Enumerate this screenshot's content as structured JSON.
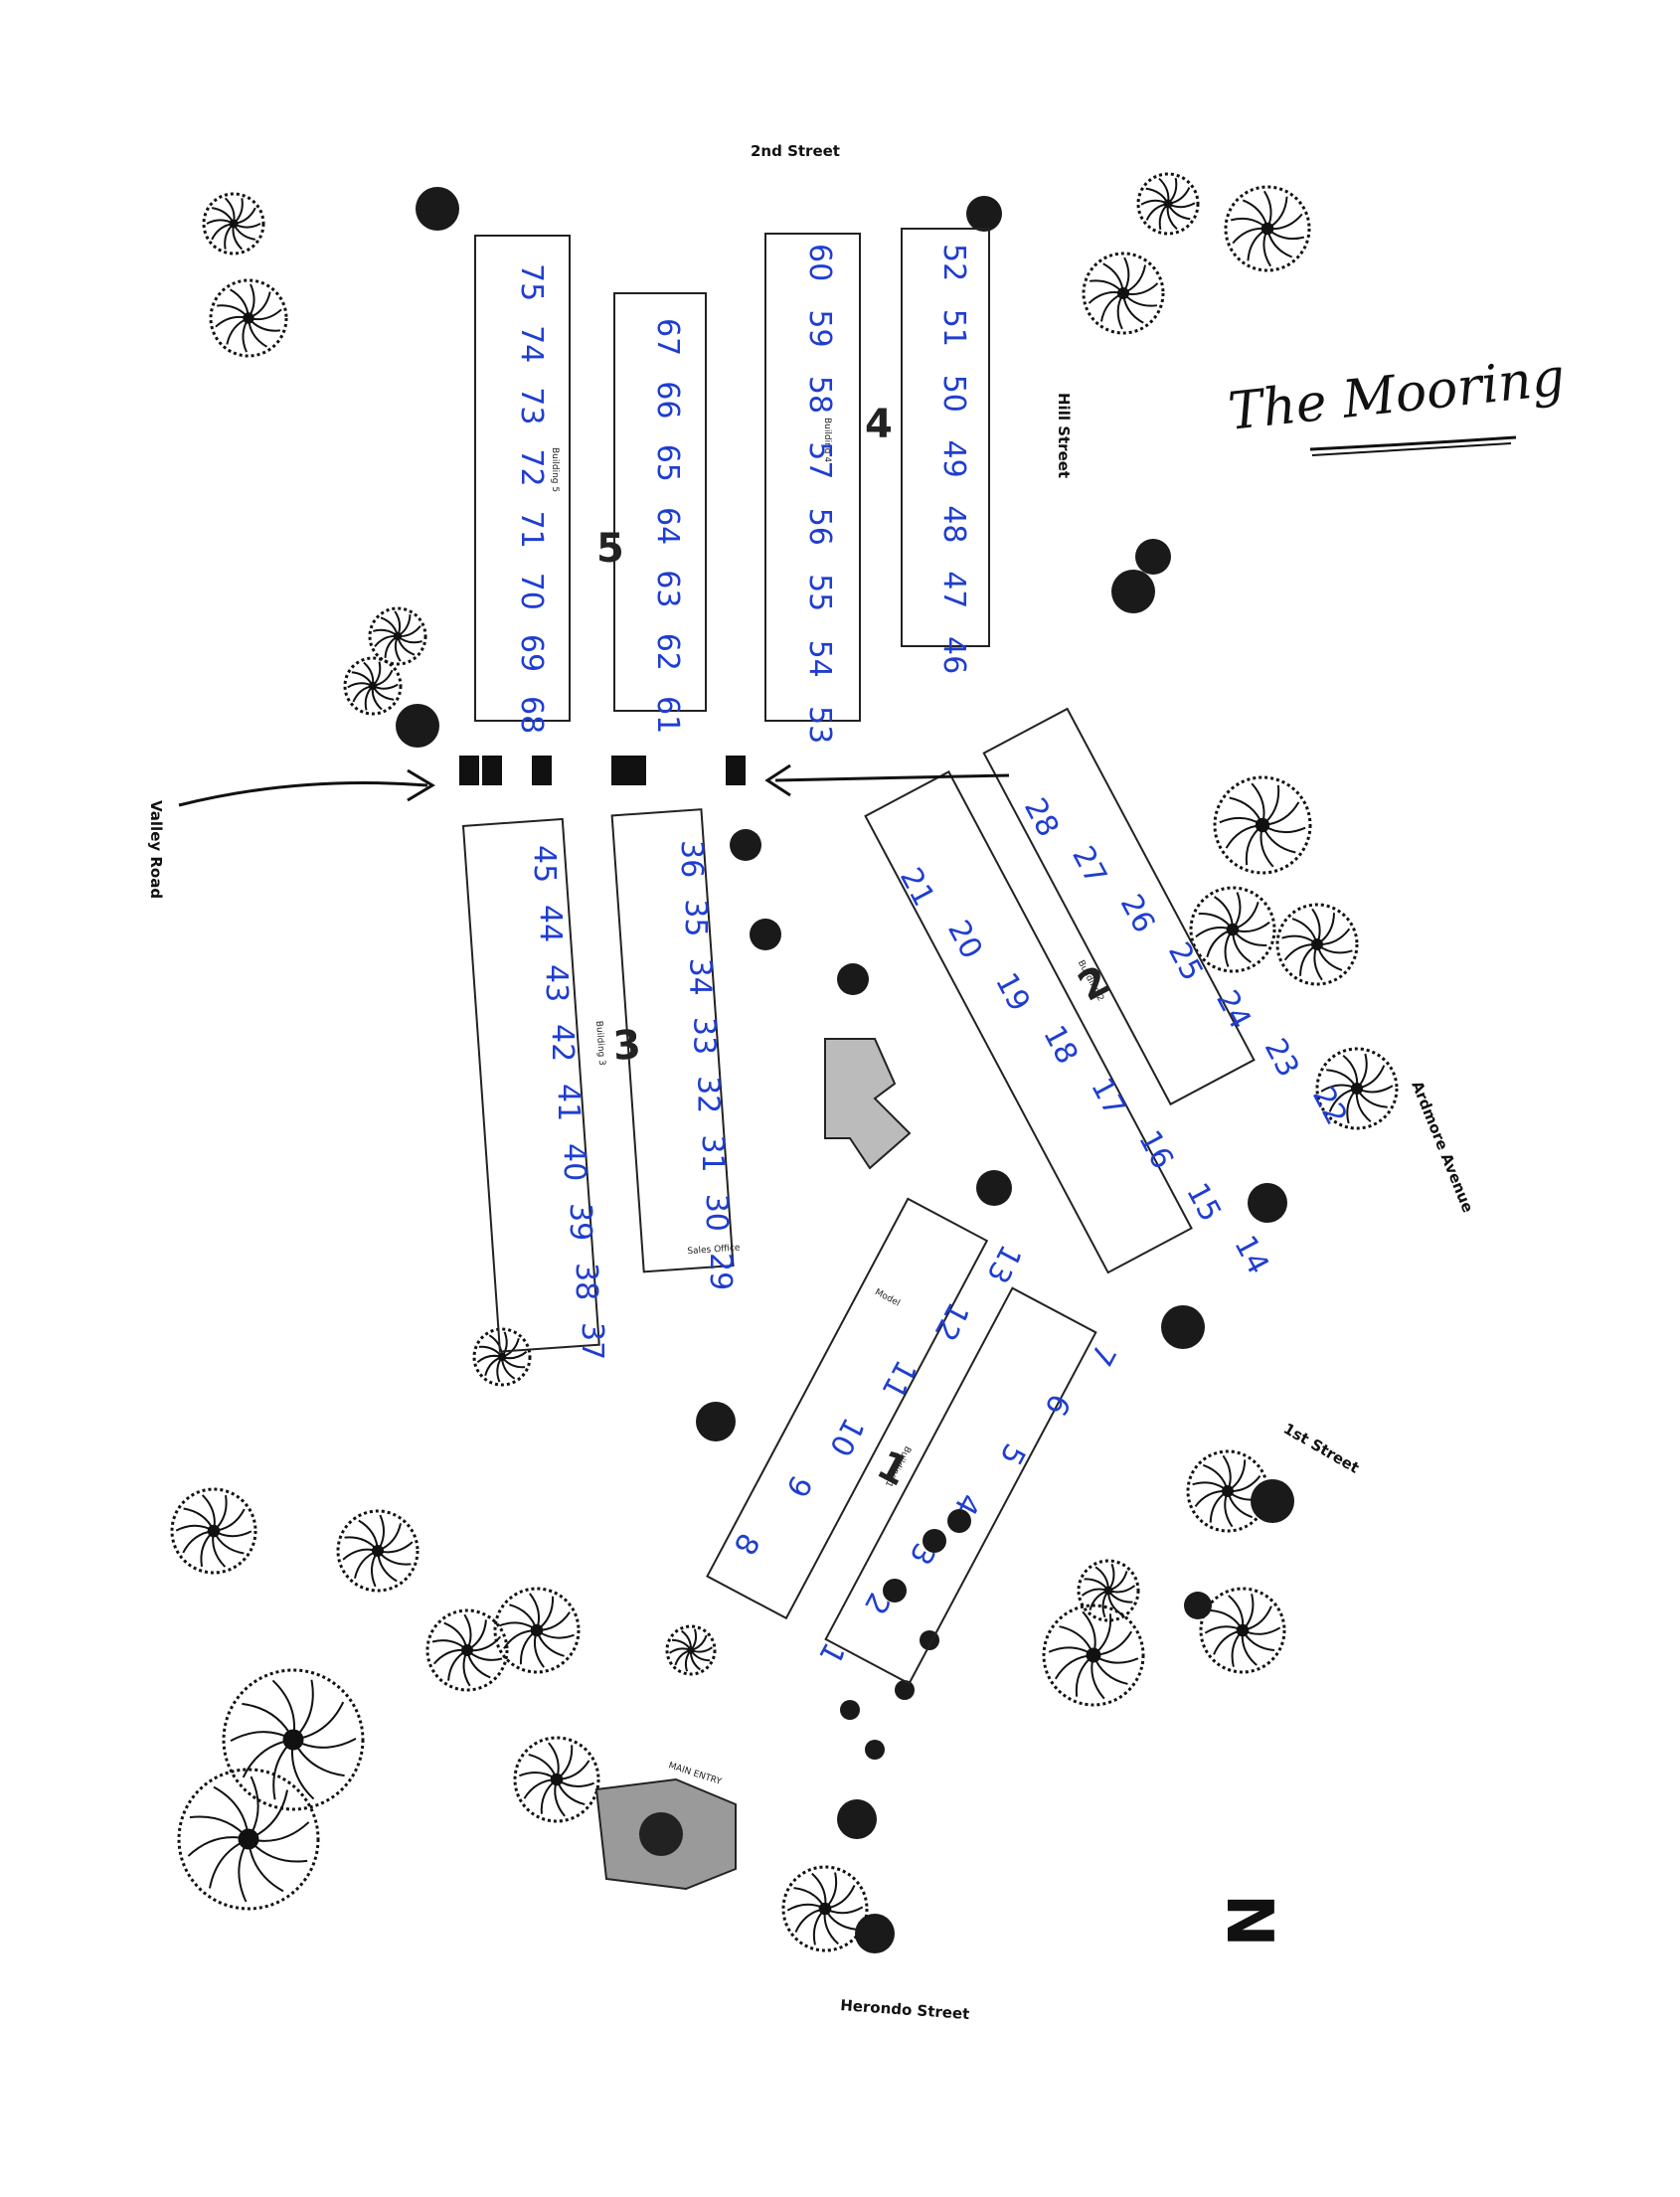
{
  "title": "The Mooring",
  "north_label": "N",
  "streets": {
    "second": "2nd Street",
    "hill": "Hill Street",
    "valley": "Valley Road",
    "ardmore": "Ardmore Avenue",
    "first": "1st Street",
    "herondo": "Herondo Street"
  },
  "buildings": {
    "b1": {
      "label": "Building 1",
      "number": "1"
    },
    "b2": {
      "label": "Building 2",
      "number": "2"
    },
    "b3": {
      "label": "Building 3",
      "number": "3"
    },
    "b4": {
      "label": "Building 4",
      "number": "4"
    },
    "b5": {
      "label": "Building 5",
      "number": "5"
    }
  },
  "labels": {
    "sales_office": "Sales Office",
    "model": "Model",
    "main_entry": "MAIN ENTRY"
  },
  "units": {
    "b5_outer": [
      "75",
      "74",
      "73",
      "72",
      "71",
      "70",
      "69",
      "68"
    ],
    "b5_inner": [
      "67",
      "66",
      "65",
      "64",
      "63",
      "62",
      "61"
    ],
    "b4_left": [
      "60",
      "59",
      "58",
      "57",
      "56",
      "55",
      "54",
      "53"
    ],
    "b4_right": [
      "52",
      "51",
      "50",
      "49",
      "48",
      "47",
      "46"
    ],
    "b3_outer": [
      "45",
      "44",
      "43",
      "42",
      "41",
      "40",
      "39",
      "38",
      "37"
    ],
    "b3_inner": [
      "36",
      "35",
      "34",
      "33",
      "32",
      "31",
      "30",
      "29"
    ],
    "b2_outer": [
      "28",
      "27",
      "26",
      "25",
      "24",
      "23",
      "22"
    ],
    "b2_inner": [
      "21",
      "20",
      "19",
      "18",
      "17",
      "16",
      "15",
      "14"
    ],
    "b1_upper": [
      "13",
      "12",
      "11",
      "10",
      "9",
      "8"
    ],
    "b1_lower": [
      "7",
      "6",
      "5",
      "4",
      "3",
      "2",
      "1"
    ]
  }
}
